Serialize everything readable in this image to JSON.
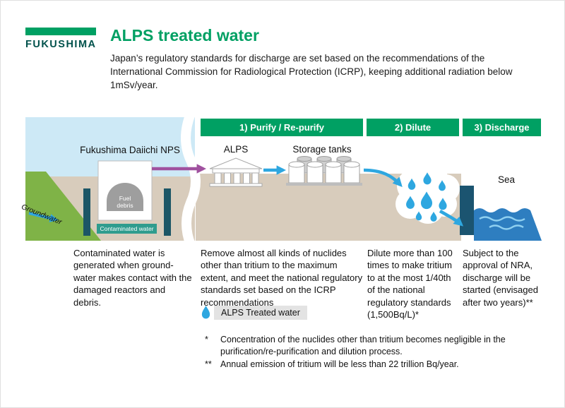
{
  "header": {
    "logo_text": "FUKUSHIMA",
    "title": "ALPS treated water",
    "description": "Japan’s regulatory standards for discharge are set based on the recommendations of the International Commission for Radiological Protection (ICRP), keeping additional radiation below 1mSv/year."
  },
  "steps": [
    {
      "label": "1) Purify / Re-purify",
      "description": "Remove almost all kinds of nuclides other than tritium to the maximum extent, and meet the national regulatory standards set based on the ICRP recommendations",
      "badge": "ALPS Treated water"
    },
    {
      "label": "2) Dilute",
      "description": "Dilute more than 100 times to make tritium to at the most 1/40th of the national regulatory standards (1,500Bq/L)*"
    },
    {
      "label": "3) Discharge",
      "description": "Subject to the approval of NRA, discharge will be started (envisaged after two years)**"
    }
  ],
  "source_panel": {
    "site_label": "Fukushima Daiichi NPS",
    "groundwater_label": "Groundwater",
    "fuel_debris_label": "Fuel debris",
    "contaminated_water_label": "Contaminated water",
    "description": "Contaminated water is generated when ground-water makes contact with the damaged reactors and debris."
  },
  "diagram_labels": {
    "alps": "ALPS",
    "storage_tanks": "Storage tanks",
    "sea": "Sea"
  },
  "footnotes": [
    {
      "marker": "*",
      "text": "Concentration of the nuclides other than tritium becomes negligible in the purification/re-purification and dilution process."
    },
    {
      "marker": "**",
      "text": "Annual emission of tritium will be less than 22 trillion Bq/year."
    }
  ],
  "colors": {
    "brand_green": "#00A063",
    "logo_dark_green": "#00514B",
    "sky_blue": "#CDE9F6",
    "ground_tan": "#D8CCBC",
    "slope_green": "#7FB347",
    "arrow_blue": "#2EA7E0",
    "arrow_purple": "#A0519F",
    "sea_blue": "#2E7EC0",
    "wall_dark": "#1C5666",
    "contaminated_teal": "#2F9C8E",
    "badge_grey": "#E3E3E3"
  }
}
